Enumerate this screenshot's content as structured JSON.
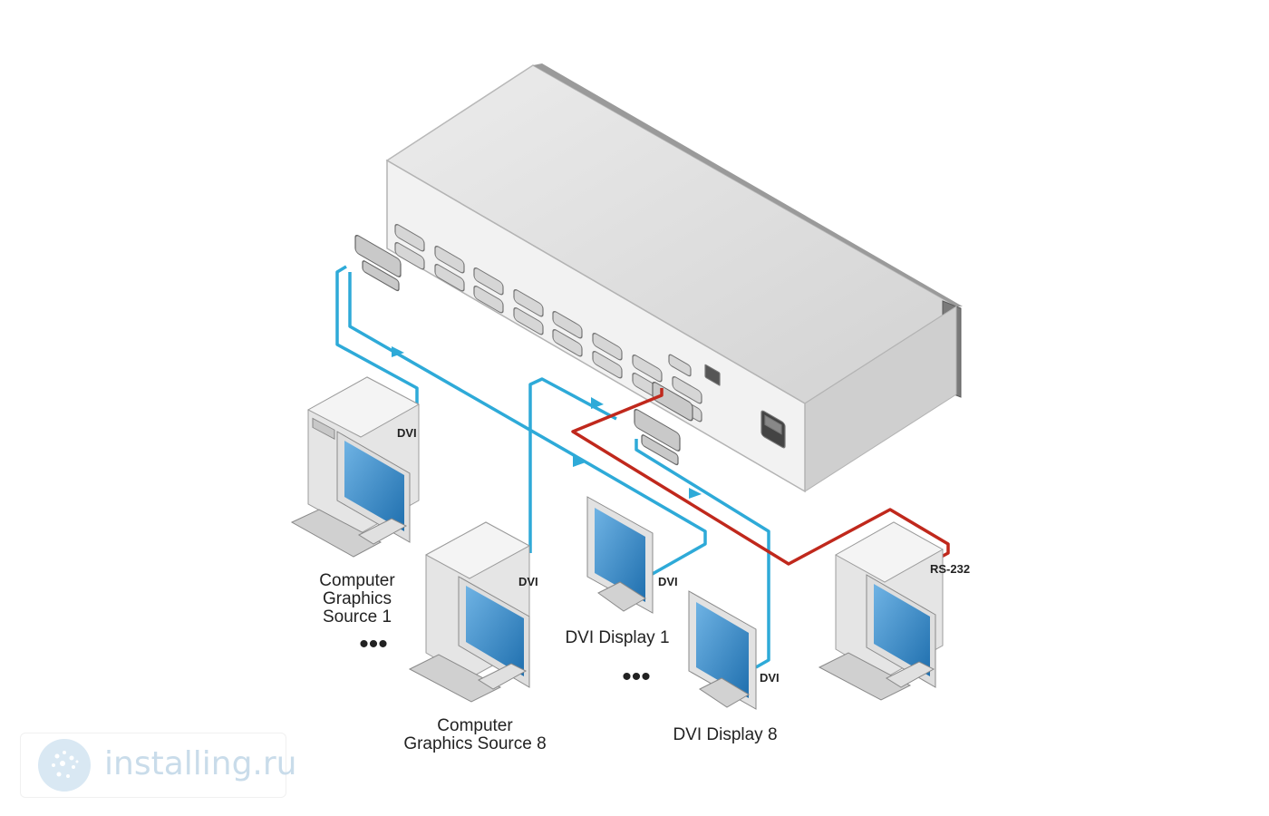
{
  "labels": {
    "source1": [
      "Computer",
      "Graphics",
      "Source 1"
    ],
    "source8": [
      "Computer",
      "Graphics Source 8"
    ],
    "display1": "DVI Display 1",
    "display8": "DVI Display 8",
    "dvi_source1": "DVI",
    "dvi_source8": "DVI",
    "dvi_display1": "DVI",
    "dvi_display8": "DVI",
    "rs232": "RS-232",
    "ellipsis_sources": "•••",
    "ellipsis_displays": "•••"
  },
  "watermark": {
    "text": "installing.ru"
  },
  "colors": {
    "dvi_cable": "#2eaad8",
    "rs232_cable": "#c0281c",
    "device_body": "#e9e9e9",
    "screen": "#3c86c4"
  }
}
